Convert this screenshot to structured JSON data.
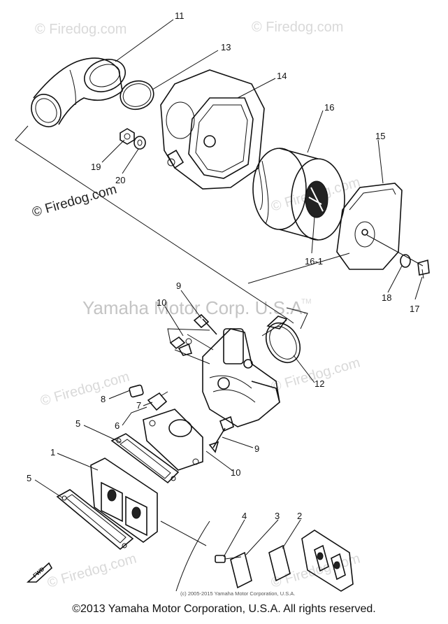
{
  "watermarks": {
    "firedog": "© Firedog.com",
    "firedog_dark": "© Firedog.com",
    "yamaha": "Yamaha Motor Corp. U.S.A.",
    "tm": "TM",
    "small_copyright": "(c) 2005-2015 Yamaha Motor Corporation, U.S.A."
  },
  "callouts": [
    {
      "id": "11",
      "label": "11"
    },
    {
      "id": "13",
      "label": "13"
    },
    {
      "id": "14",
      "label": "14"
    },
    {
      "id": "16",
      "label": "16"
    },
    {
      "id": "15",
      "label": "15"
    },
    {
      "id": "19",
      "label": "19"
    },
    {
      "id": "20",
      "label": "20"
    },
    {
      "id": "16-1",
      "label": "16-1"
    },
    {
      "id": "18",
      "label": "18"
    },
    {
      "id": "17",
      "label": "17"
    },
    {
      "id": "9a",
      "label": "9"
    },
    {
      "id": "10a",
      "label": "10"
    },
    {
      "id": "12",
      "label": "12"
    },
    {
      "id": "8",
      "label": "8"
    },
    {
      "id": "7",
      "label": "7"
    },
    {
      "id": "6",
      "label": "6"
    },
    {
      "id": "5a",
      "label": "5"
    },
    {
      "id": "9b",
      "label": "9"
    },
    {
      "id": "10b",
      "label": "10"
    },
    {
      "id": "1",
      "label": "1"
    },
    {
      "id": "5b",
      "label": "5"
    },
    {
      "id": "4",
      "label": "4"
    },
    {
      "id": "3",
      "label": "3"
    },
    {
      "id": "2",
      "label": "2"
    }
  ],
  "fwd_label": "FWD",
  "footer": "©2013 Yamaha Motor Corporation, U.S.A. All rights reserved."
}
